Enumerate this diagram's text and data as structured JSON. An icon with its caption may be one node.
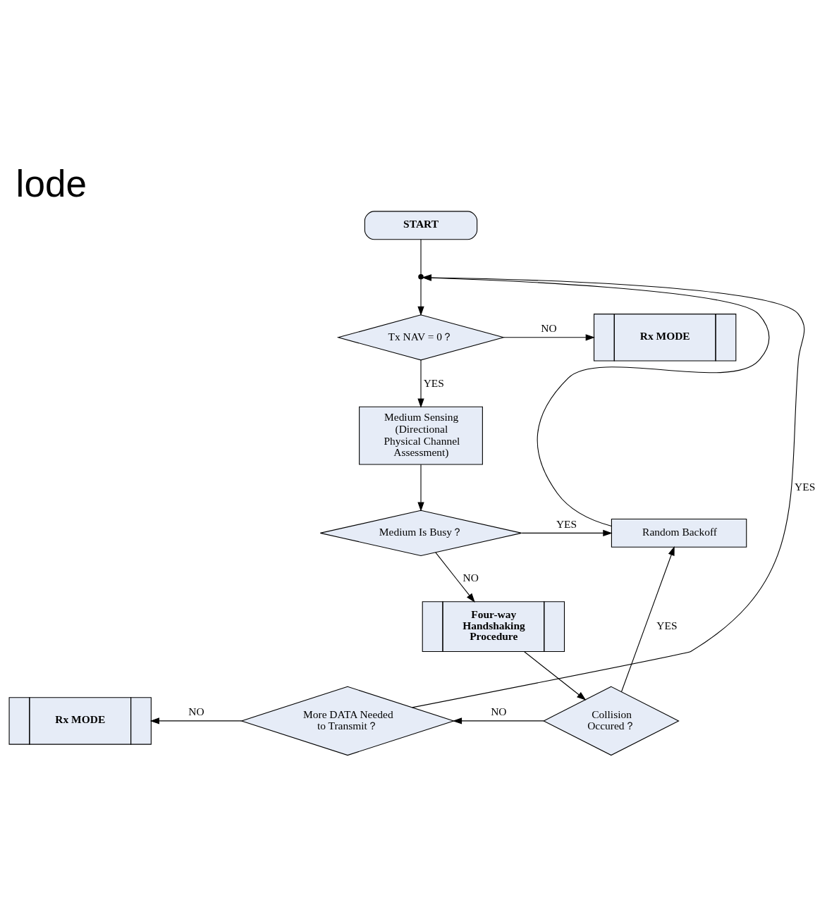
{
  "diagram": {
    "title": "lode",
    "nodes": [
      {
        "text": [
          "START"
        ]
      },
      {
        "text": [],
        "shape": "point"
      },
      {
        "text": [
          "Tx NAV = 0？"
        ]
      },
      {
        "text": [
          "Rx MODE"
        ]
      },
      {
        "text": [
          "Medium Sensing (Directional Physical Channel Assessment)"
        ]
      },
      {
        "text": [
          "Medium Is Busy？"
        ]
      },
      {
        "text": [
          "Random Backoff"
        ]
      },
      {
        "text": [
          "Four-way Handshaking Procedure"
        ]
      },
      {
        "text": [
          "Collision Occured？"
        ]
      },
      {
        "text": [
          "More DATA Needed to Transmit？"
        ]
      },
      {
        "text": [
          "Rx MODE"
        ]
      }
    ],
    "edges": [
      {
        "from": 0,
        "to": 1,
        "arrow": "none"
      },
      {
        "from": 1,
        "to": 2,
        "arrow": "to"
      },
      {
        "from": 2,
        "to": 3,
        "label": "NO",
        "arrow": "to"
      },
      {
        "from": 2,
        "to": 4,
        "label": "YES",
        "arrow": "to"
      },
      {
        "from": 4,
        "to": 5,
        "arrow": "to"
      },
      {
        "from": 5,
        "to": 6,
        "label": "YES",
        "arrow": "to"
      },
      {
        "from": 5,
        "to": 7,
        "label": "NO",
        "arrow": "to"
      },
      {
        "from": 7,
        "to": 8,
        "arrow": "to"
      },
      {
        "from": 8,
        "to": 6,
        "label": "YES",
        "arrow": "to"
      },
      {
        "from": 8,
        "to": 9,
        "label": "NO",
        "arrow": "to"
      },
      {
        "from": 9,
        "to": 10,
        "label": "NO",
        "arrow": "to"
      },
      {
        "from": 9,
        "to": 1,
        "label": "YES",
        "arrow": "to"
      },
      {
        "from": 6,
        "to": 1,
        "arrow": "to"
      }
    ]
  }
}
